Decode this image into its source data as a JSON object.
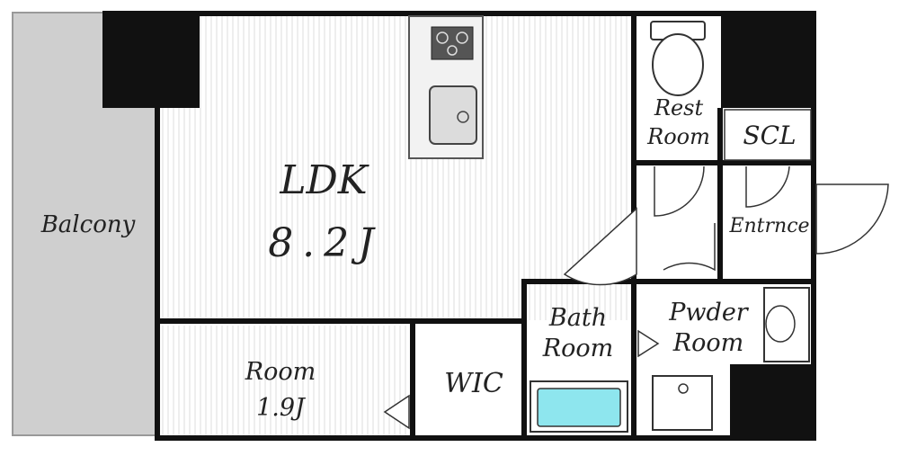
{
  "rooms": {
    "ldk": {
      "name": "LDK",
      "size": "8.2J"
    },
    "balcony": {
      "name": "Balcony"
    },
    "room": {
      "name": "Room",
      "size": "1.9J"
    },
    "wic": {
      "name": "WIC"
    },
    "bath": {
      "line1": "Bath",
      "line2": "Room"
    },
    "powder": {
      "line1": "Pwder",
      "line2": "Room"
    },
    "rest": {
      "line1": "Rest",
      "line2": "Room"
    },
    "scl": {
      "name": "SCL"
    },
    "entrance": {
      "name": "Entrnce"
    }
  },
  "colors": {
    "wall": "#111111",
    "floor_stripe": "#d8d8d8",
    "balcony_fill": "#cfcfcf",
    "bathtub": "#8ee6ee",
    "background": "#ffffff"
  }
}
